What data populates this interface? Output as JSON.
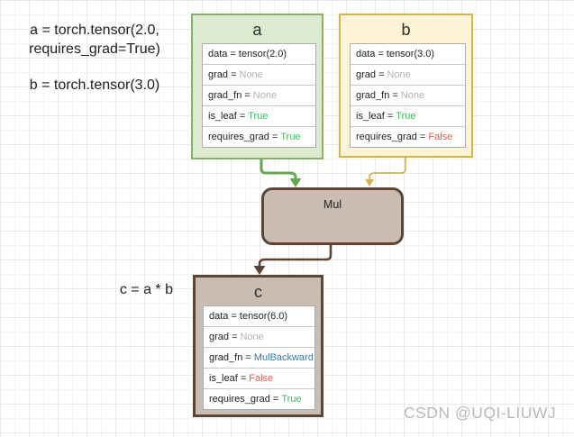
{
  "code": {
    "a_line1": "a = torch.tensor(2.0,",
    "a_line2": "requires_grad=True)",
    "b": "b = torch.tensor(3.0)",
    "c": "c = a * b"
  },
  "colors": {
    "node_a_border": "#85b264",
    "node_a_fill": "#dcead0",
    "node_b_border": "#d7b54b",
    "node_b_fill": "#fcf4d4",
    "node_c_border": "#5d4536",
    "node_c_fill": "#c9bcb3",
    "op_border": "#5d4536",
    "op_fill": "#c9bcb3",
    "arrow_a_green": "#67a653",
    "arrow_b_yellow": "#d7b54b",
    "arrow_c_brown": "#5d4536",
    "value_true_green": "#3dbd5e",
    "value_false_red": "#ed5a4f",
    "value_none_gray": "#b3b3b3",
    "value_fn_blue": "#3179a8",
    "value_plain": "#222222"
  },
  "nodes": {
    "a": {
      "title": "a",
      "rows": [
        {
          "label": "data =",
          "value": "tensor(2.0)",
          "value_color": "#222222"
        },
        {
          "label": "grad =",
          "value": "None",
          "value_color": "#b3b3b3"
        },
        {
          "label": "grad_fn =",
          "value": "None",
          "value_color": "#b3b3b3"
        },
        {
          "label": "is_leaf =",
          "value": "True",
          "value_color": "#3dbd5e"
        },
        {
          "label": "requires_grad =",
          "value": "True",
          "value_color": "#3dbd5e"
        }
      ]
    },
    "b": {
      "title": "b",
      "rows": [
        {
          "label": "data =",
          "value": "tensor(3.0)",
          "value_color": "#222222"
        },
        {
          "label": "grad =",
          "value": "None",
          "value_color": "#b3b3b3"
        },
        {
          "label": "grad_fn =",
          "value": "None",
          "value_color": "#b3b3b3"
        },
        {
          "label": "is_leaf =",
          "value": "True",
          "value_color": "#3dbd5e"
        },
        {
          "label": "requires_grad =",
          "value": "False",
          "value_color": "#ed5a4f"
        }
      ]
    },
    "c": {
      "title": "c",
      "rows": [
        {
          "label": "data =",
          "value": "tensor(6.0)",
          "value_color": "#222222"
        },
        {
          "label": "grad =",
          "value": "None",
          "value_color": "#b3b3b3"
        },
        {
          "label": "grad_fn =",
          "value": "MulBackward",
          "value_color": "#3179a8"
        },
        {
          "label": "is_leaf =",
          "value": "False",
          "value_color": "#ed5a4f"
        },
        {
          "label": "requires_grad =",
          "value": "True",
          "value_color": "#3dbd5e"
        }
      ]
    }
  },
  "op": {
    "label": "Mul"
  },
  "watermark": "CSDN @UQI-LIUWJ"
}
